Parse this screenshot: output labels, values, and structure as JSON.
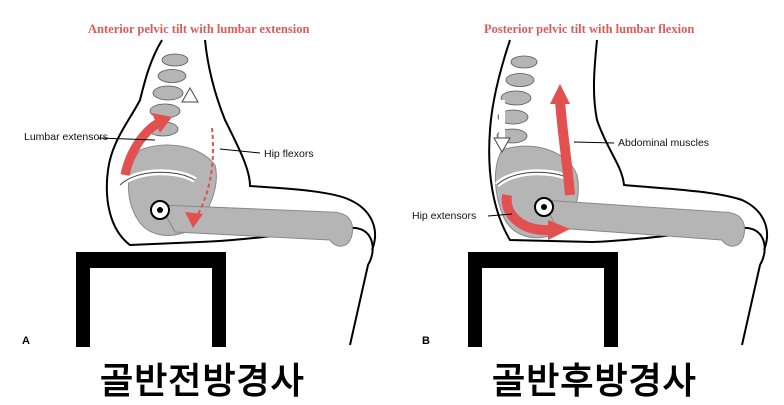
{
  "panel_a": {
    "title": "Anterior pelvic tilt with lumbar extension",
    "labels": {
      "lumbar_extensors": "Lumbar extensors",
      "hip_flexors": "Hip flexors"
    },
    "letter": "A",
    "caption": "골반전방경사"
  },
  "panel_b": {
    "title": "Posterior pelvic tilt with lumbar flexion",
    "labels": {
      "abdominal_muscles": "Abdominal muscles",
      "hip_extensors": "Hip extensors"
    },
    "letter": "B",
    "caption": "골반후방경사"
  },
  "colors": {
    "title_red": "#e05a5a",
    "muscle_arrow": "#e35050",
    "bone_gray": "#b5b5b5",
    "stool": "#000000"
  }
}
